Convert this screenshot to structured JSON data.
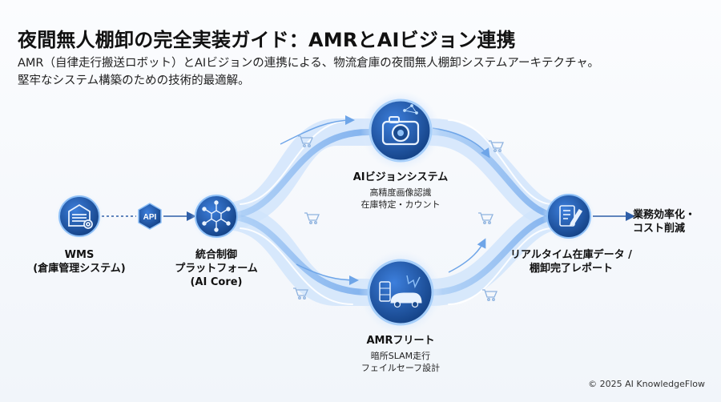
{
  "title": "夜間無人棚卸の完全実装ガイド：AMRとAIビジョン連携",
  "subtitle_lines": [
    "AMR（自律走行搬送ロボット）とAIビジョンの連携による、物流倉庫の夜間無人棚卸システムアーキテクチャ。",
    "堅牢なシステム構築のための技術的最適解。"
  ],
  "nodes": {
    "wms": {
      "lines": [
        "WMS",
        "(倉庫管理システム)"
      ],
      "icon": "warehouse-icon"
    },
    "api": {
      "label": "API"
    },
    "platform": {
      "lines": [
        "統合制御",
        "プラットフォーム",
        "(AI Core)"
      ],
      "icon": "network-hub-icon"
    },
    "vision": {
      "title": "AIビジョンシステム",
      "details": [
        "高精度画像認識",
        "在庫特定・カウント"
      ],
      "icon": "camera-icon"
    },
    "amr": {
      "title": "AMRフリート",
      "details": [
        "暗所SLAM走行",
        "フェイルセーフ設計"
      ],
      "icon": "robot-vehicle-icon"
    },
    "report": {
      "lines": [
        "リアルタイム在庫データ /",
        "棚卸完了レポート"
      ],
      "icon": "report-icon"
    },
    "outcome": {
      "lines": [
        "業務効率化・",
        "コスト削減"
      ]
    }
  },
  "footer": "© 2025 AI KnowledgeFlow",
  "colors": {
    "accent": "#2f6fdb",
    "node_dark": "#1f4f96",
    "flow": "#7fb3f0"
  }
}
